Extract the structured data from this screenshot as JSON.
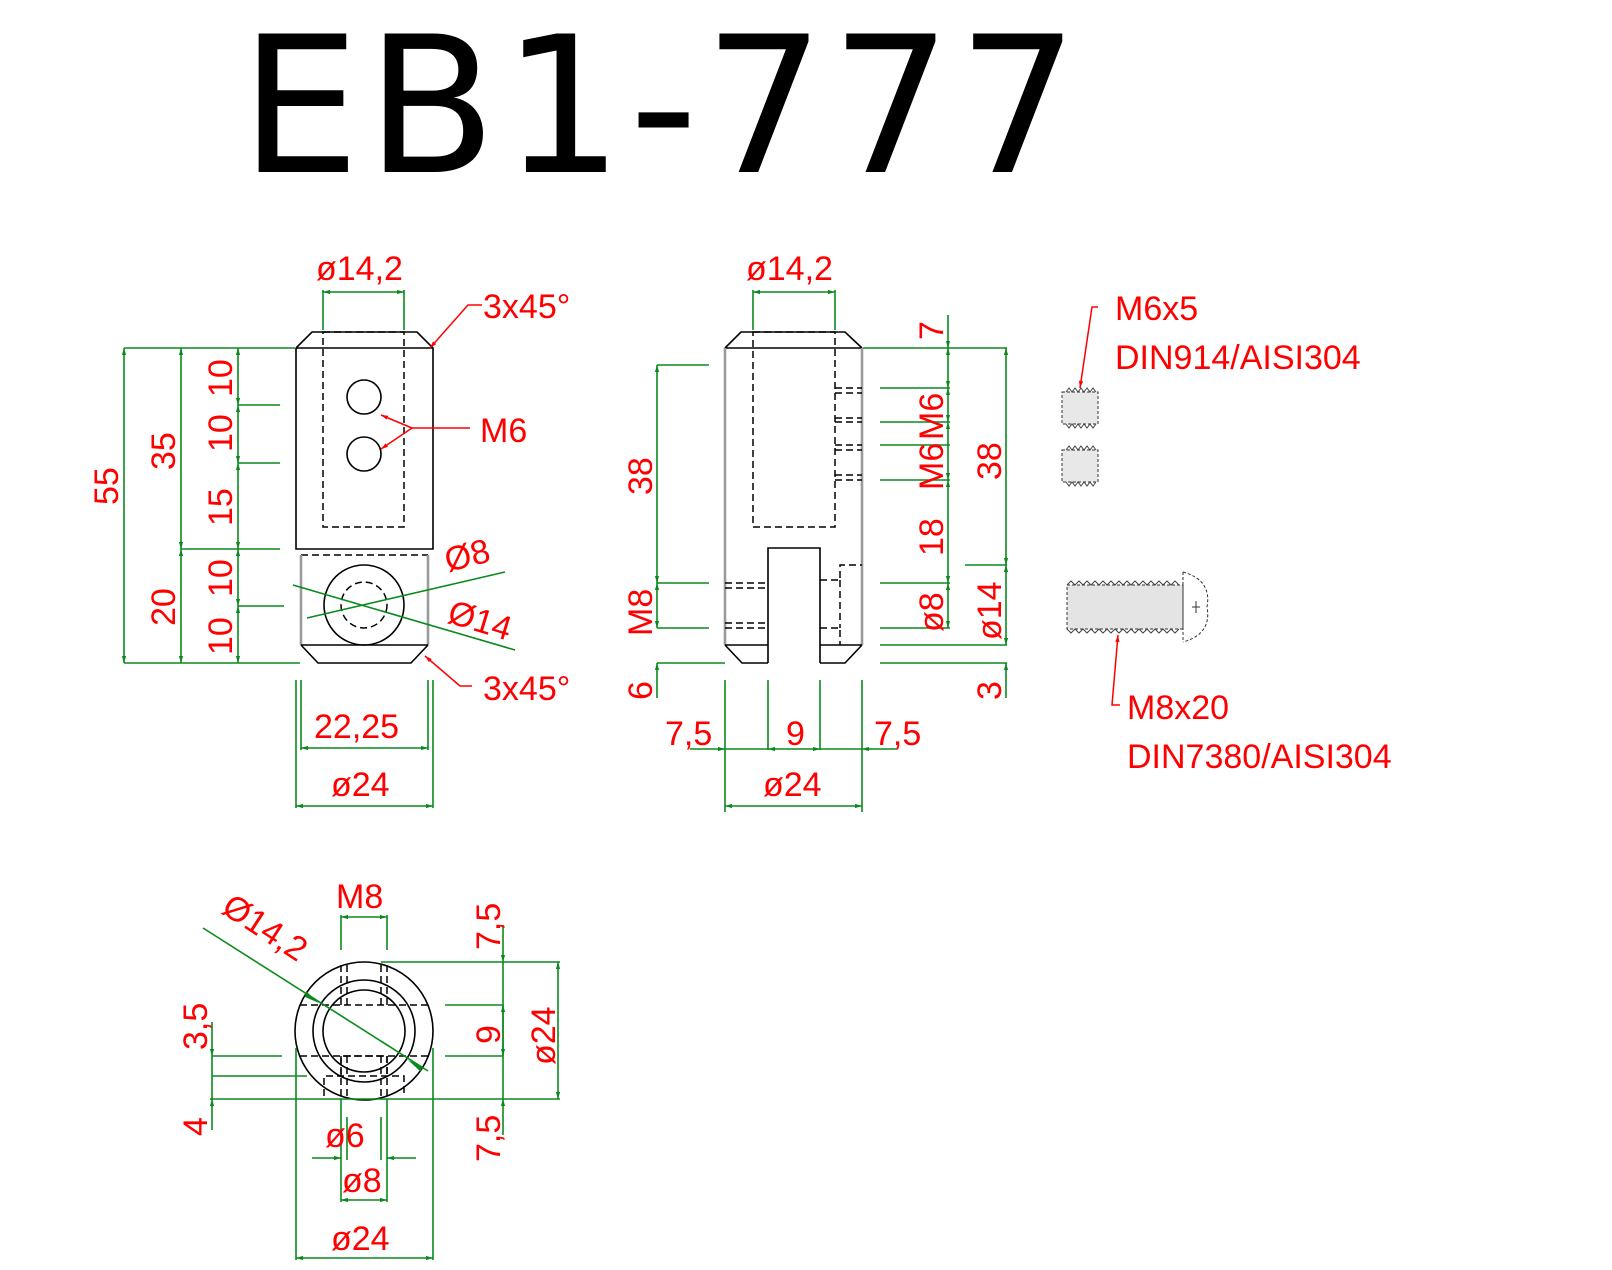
{
  "title": "EB1-777",
  "colors": {
    "dimension_line": "#0a8a1e",
    "dimension_text": "#ff0000",
    "object_line": "#000000",
    "background": "#ffffff"
  },
  "front_view": {
    "top_bore": "ø14,2",
    "chamfer_top": "3x45°",
    "chamfer_bottom": "3x45°",
    "thread_holes": "M6",
    "overall_height": "55",
    "upper_height": "35",
    "lower_height": "20",
    "seg_10a": "10",
    "seg_10b": "10",
    "seg_15": "15",
    "seg_10c": "10",
    "seg_10d": "10",
    "cross_hole_inner": "Ø8",
    "cross_hole_outer": "Ø14",
    "width_flat": "22,25",
    "width_diameter": "ø24"
  },
  "side_view": {
    "top_bore": "ø14,2",
    "left_38": "38",
    "left_m8": "M8",
    "left_6": "6",
    "right_7": "7",
    "right_m6a": "M6",
    "right_m6b": "M6",
    "right_18": "18",
    "right_38": "38",
    "right_d8": "ø8",
    "right_d14": "ø14",
    "right_3": "3",
    "slot_left": "7,5",
    "slot_width": "9",
    "slot_right": "7,5",
    "overall_diameter": "ø24"
  },
  "parts": [
    {
      "name": "M6x5",
      "spec": "DIN914/AISI304",
      "quantity_shown": 2
    },
    {
      "name": "M8x20",
      "spec": "DIN7380/AISI304",
      "quantity_shown": 1
    }
  ],
  "bottom_view": {
    "bore": "Ø14,2",
    "thread": "M8",
    "top_7_5": "7,5",
    "slot_9": "9",
    "bottom_7_5": "7,5",
    "outer_diameter_right": "ø24",
    "left_3_5": "3,5",
    "left_4": "4",
    "d6": "ø6",
    "d8": "ø8",
    "outer_diameter_bottom": "ø24"
  }
}
